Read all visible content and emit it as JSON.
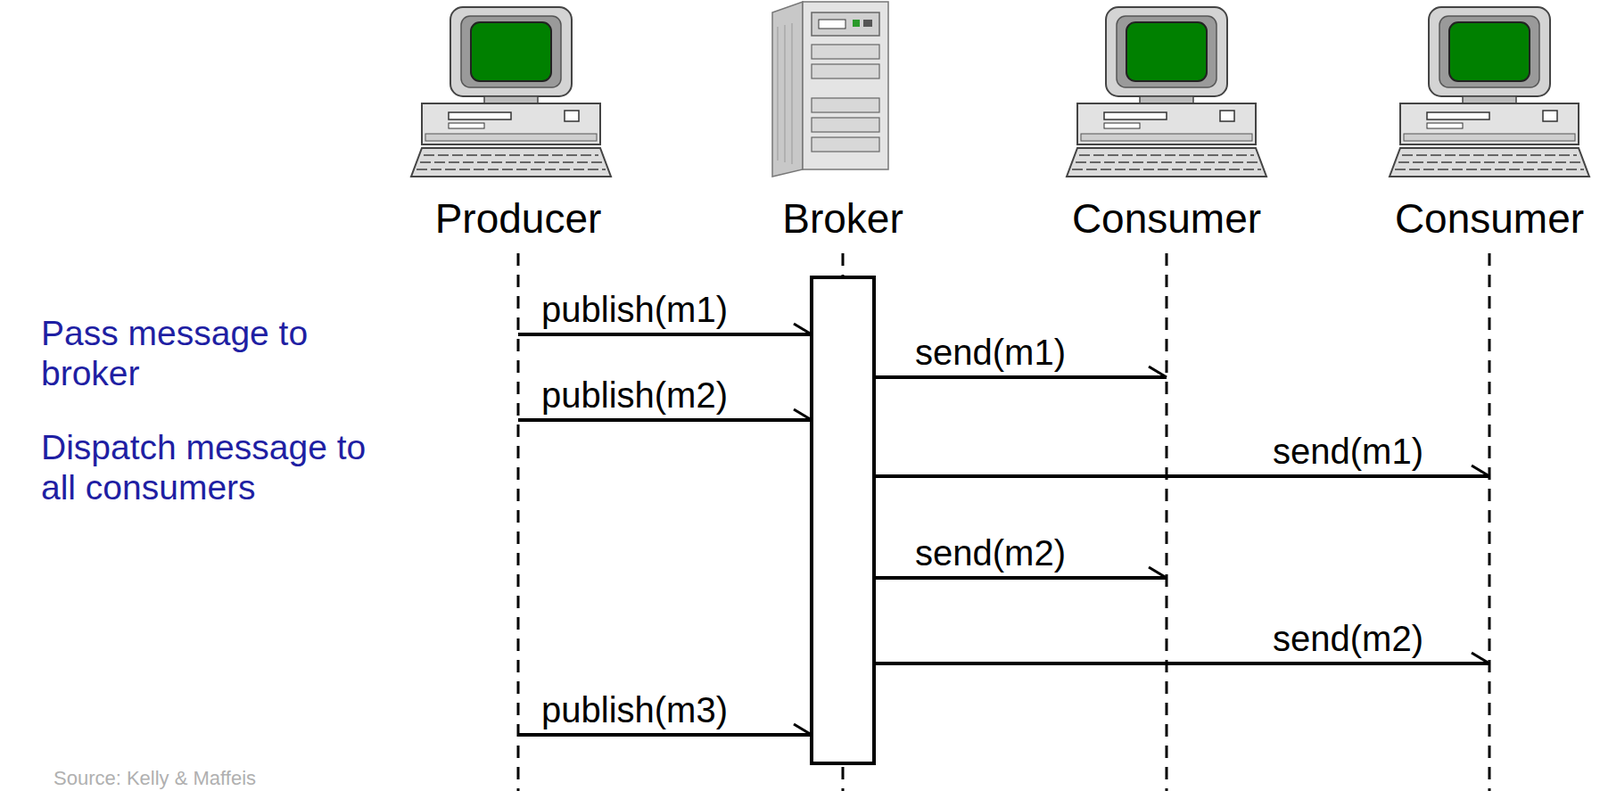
{
  "diagram": {
    "nodes": [
      {
        "text": [
          "Producer"
        ]
      },
      {
        "text": [
          "Broker"
        ]
      },
      {
        "text": [
          "Consumer"
        ]
      },
      {
        "text": [
          "Consumer"
        ]
      }
    ],
    "edges": [
      {
        "from": 0,
        "to": 1,
        "label": "publish(m1)",
        "arrow": "to"
      },
      {
        "from": 1,
        "to": 2,
        "label": "send(m1)",
        "arrow": "to"
      },
      {
        "from": 0,
        "to": 1,
        "label": "publish(m2)",
        "arrow": "to"
      },
      {
        "from": 1,
        "to": 3,
        "label": "send(m1)",
        "arrow": "to"
      },
      {
        "from": 1,
        "to": 2,
        "label": "send(m2)",
        "arrow": "to"
      },
      {
        "from": 1,
        "to": 3,
        "label": "send(m2)",
        "arrow": "to"
      },
      {
        "from": 0,
        "to": 1,
        "label": "publish(m3)",
        "arrow": "to"
      }
    ],
    "labels": [
      "Pass message to broker",
      "Dispatch message to all consumers",
      "Source: Kelly & Maffeis"
    ]
  }
}
